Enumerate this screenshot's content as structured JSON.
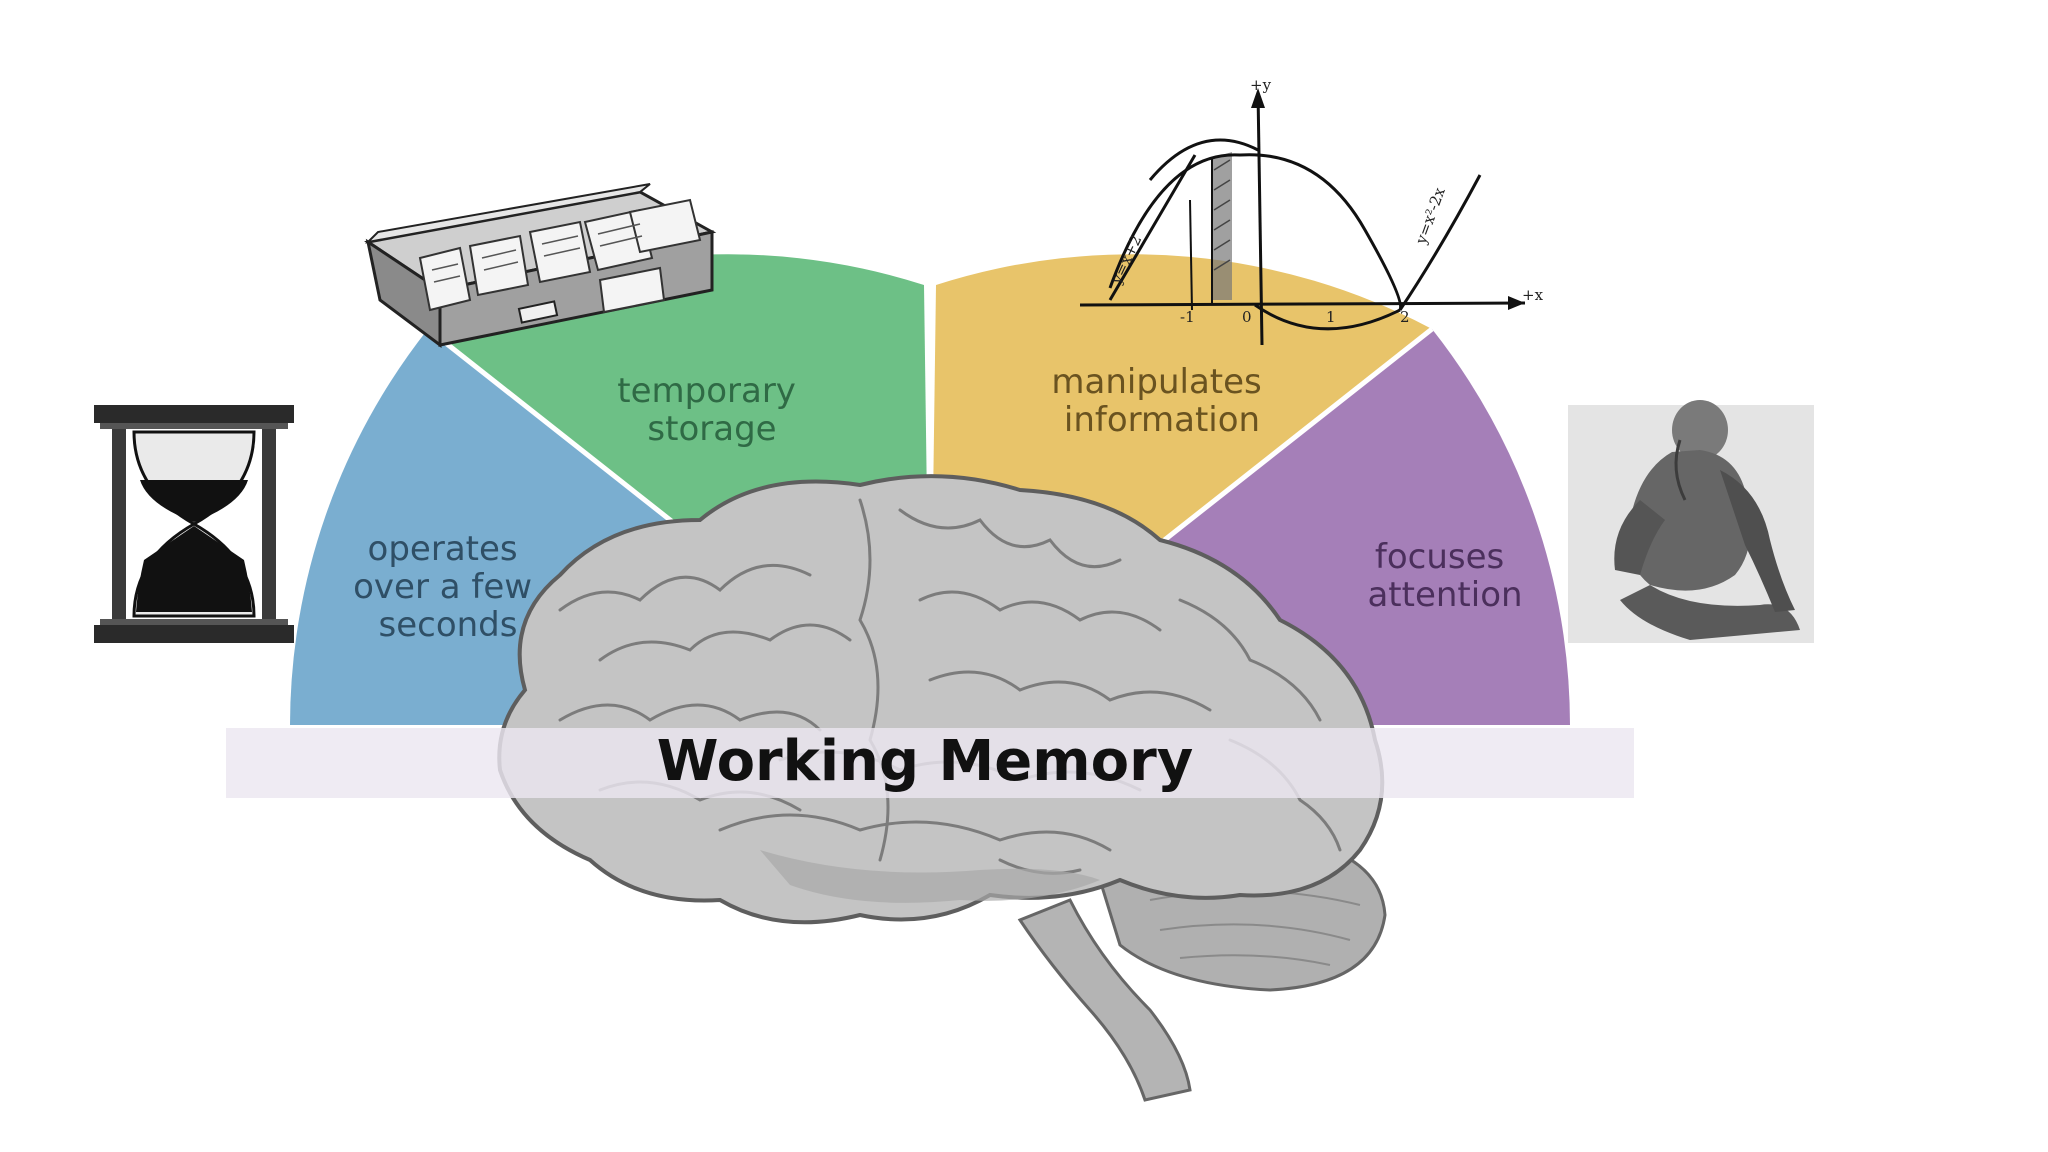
{
  "diagram": {
    "title": "Working Memory",
    "segments": [
      {
        "id": "seconds",
        "lines": [
          "operates",
          "over a few",
          "seconds"
        ],
        "fill": "#7aaed0",
        "text_color": "#2f4f66"
      },
      {
        "id": "storage",
        "lines": [
          "temporary",
          "storage"
        ],
        "fill": "#6dc086",
        "text_color": "#2f6a45"
      },
      {
        "id": "manipulates",
        "lines": [
          "manipulates",
          "information"
        ],
        "fill": "#e8c46a",
        "text_color": "#6a5320"
      },
      {
        "id": "attention",
        "lines": [
          "focuses",
          "attention"
        ],
        "fill": "#a57fb8",
        "text_color": "#4b2f5c"
      }
    ],
    "icons": {
      "left": "hourglass-icon",
      "top_left": "file-box-icon",
      "top_right": "parabola-graph-icon",
      "right": "thinker-statue-icon",
      "center": "brain-icon"
    },
    "graph": {
      "y_axis": "+y",
      "x_axis": "+x",
      "ticks": [
        "-1",
        "0",
        "1",
        "2"
      ],
      "curve_label_left": "y=x+2",
      "curve_label_right": "y=x²-2x"
    },
    "colors": {
      "title_band": "#ece7f0",
      "brain_fill": "#bdbdbd",
      "brain_outline": "#6a6a6a"
    }
  }
}
